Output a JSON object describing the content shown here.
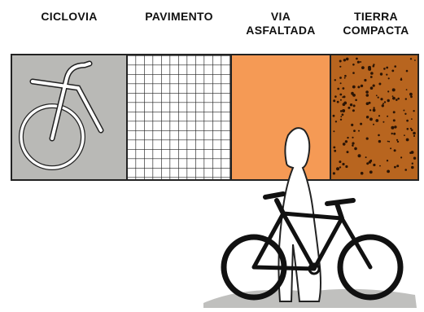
{
  "labels": {
    "ciclovia": "CICLOVIA",
    "pavimento": "PAVIMENTO",
    "via_asfaltada": "VIA\nASFALTADA",
    "tierra_compacta": "TIERRA\nCOMPACTA"
  },
  "colors": {
    "ciclovia_panel": "#b9b9b6",
    "pavimento_panel": "#ffffff",
    "asfalto_panel": "#f59a55",
    "tierra_panel": "#b8651f",
    "ink": "#111111",
    "ground_shadow": "#b0b0ae"
  },
  "icons": {
    "bike_lane_symbol": "bicycle-pictogram-icon",
    "rider": "person-icon",
    "bicycle": "bicycle-icon"
  }
}
